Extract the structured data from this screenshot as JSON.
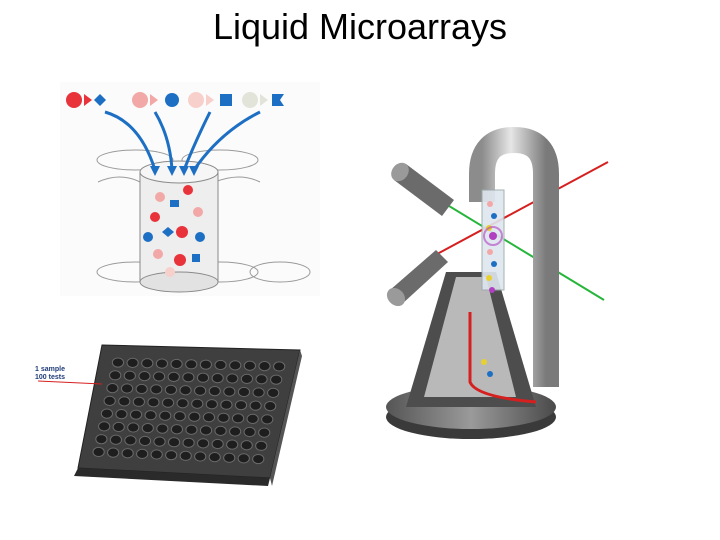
{
  "slide": {
    "title": "Liquid Microarrays"
  },
  "plate": {
    "annotation_line1": "1 sample",
    "annotation_line2": "100 tests",
    "rows": 8,
    "cols": 12
  },
  "colors": {
    "bead_red": "#e8333a",
    "bead_pink": "#f2a8a6",
    "bead_light": "#f7d0cc",
    "bead_grey": "#e2e4da",
    "arrow_blue": "#1d6fc4",
    "laser_red": "#d62020",
    "laser_green": "#25b53a",
    "plate_dark": "#3f3f3f"
  }
}
